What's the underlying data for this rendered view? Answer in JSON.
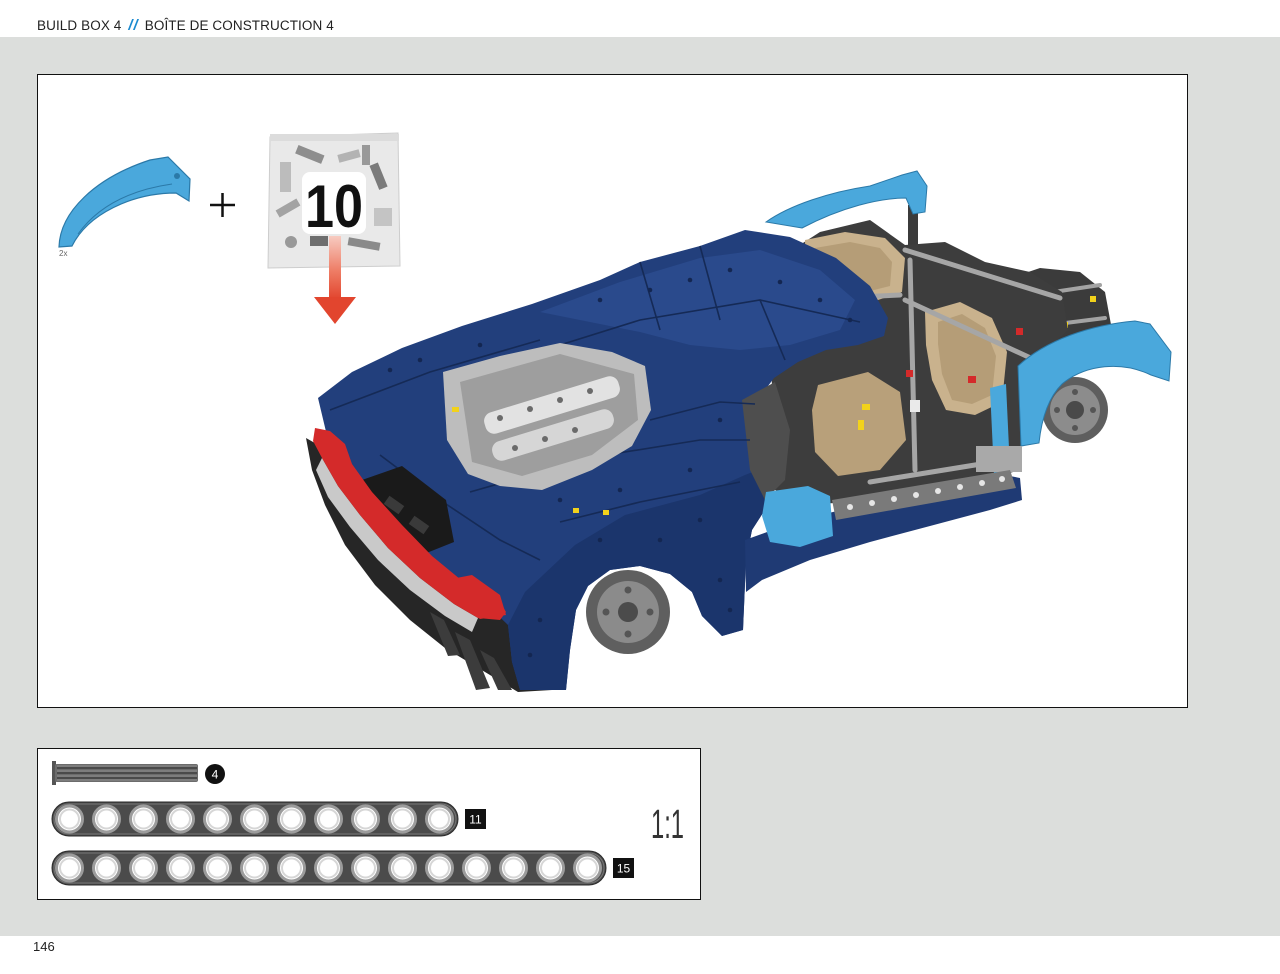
{
  "header": {
    "title_en": "BUILD BOX 4",
    "separator": "//",
    "title_fr": "BOÎTE DE CONSTRUCTION 4"
  },
  "step": {
    "fender_quantity": "2x",
    "bag_number": "10"
  },
  "parts_list": {
    "axle": {
      "label": "4",
      "length": 4
    },
    "beams": [
      {
        "label": "11",
        "holes": 11
      },
      {
        "label": "15",
        "holes": 15
      }
    ],
    "scale": "1:1"
  },
  "page_number": "146",
  "colors": {
    "page_background": "#dcdedc",
    "accent_blue": "#1a8ad0",
    "car_body": "#223f7c",
    "fender_blue": "#4aa8dc",
    "taillight_red": "#d42a2a",
    "arrow_red": "#e2452e",
    "beam_gray": "#4b4b4b"
  }
}
